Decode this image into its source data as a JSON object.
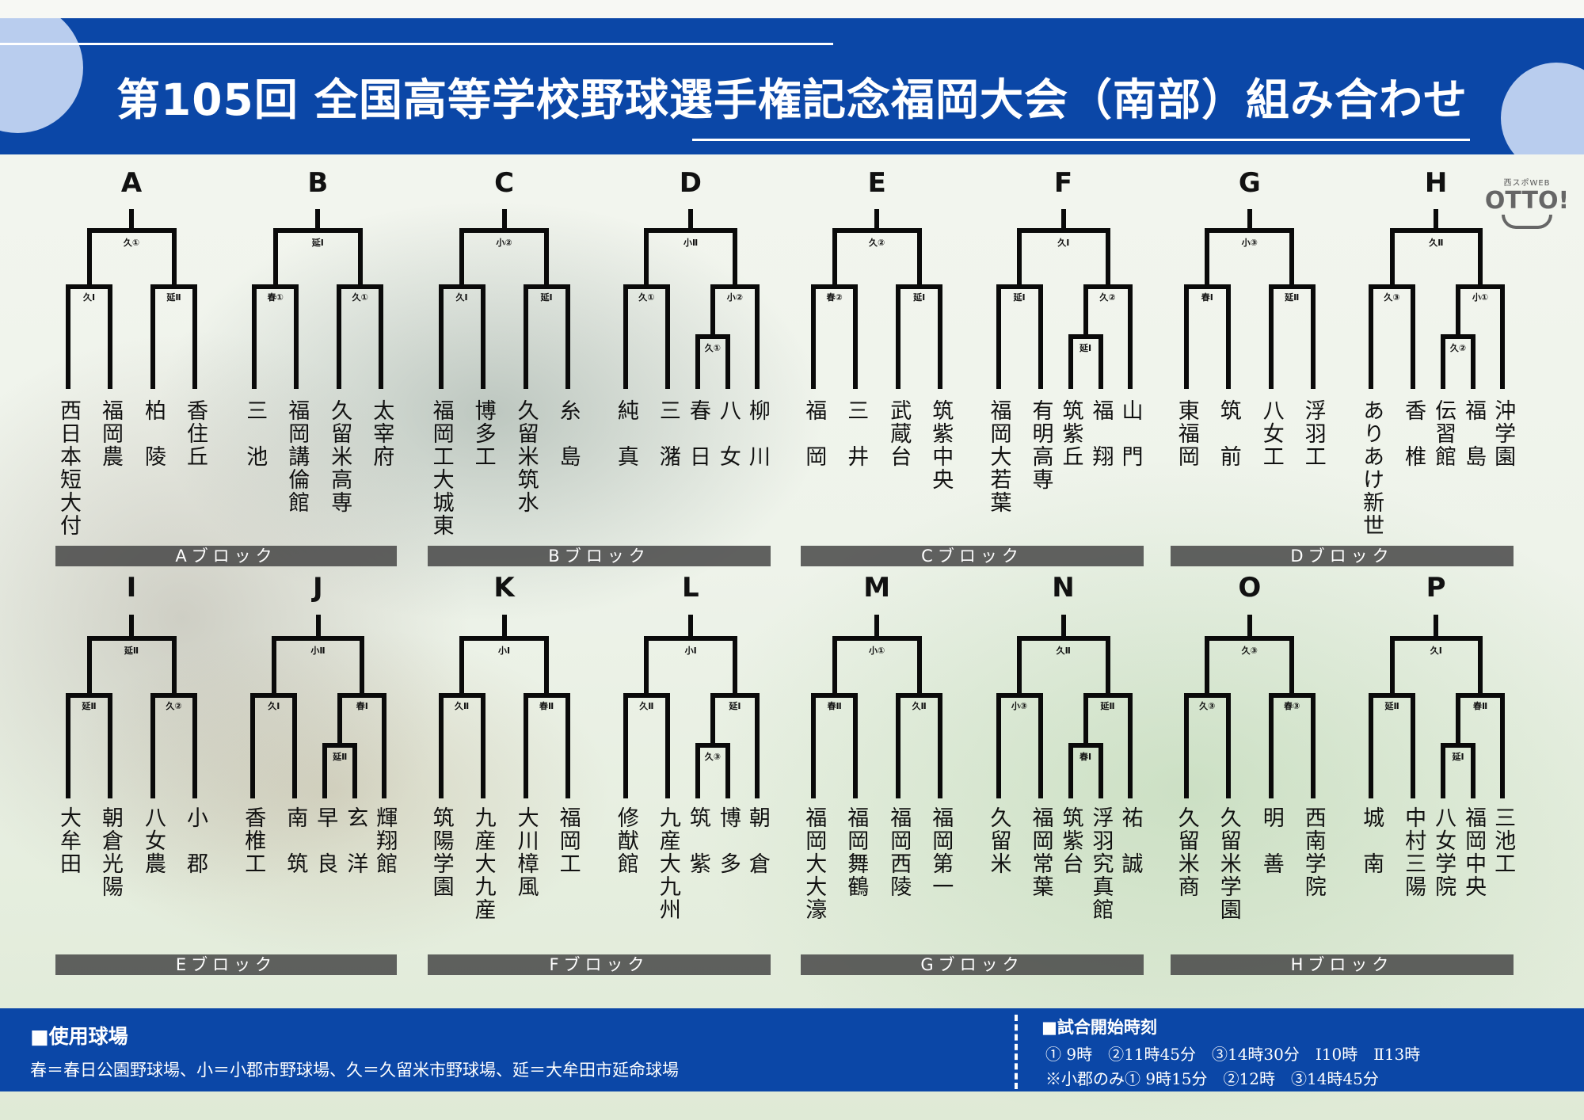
{
  "header": {
    "title": "第105回 全国高等学校野球選手権記念福岡大会（南部）組み合わせ"
  },
  "logo": {
    "sub": "西スポWEB",
    "main": "OTTO!"
  },
  "brackets": [
    {
      "letter": "A",
      "top": "久①",
      "left": "久Ⅰ",
      "right": "延Ⅱ",
      "teams": [
        "西日本短大付",
        "福岡農",
        "柏陵",
        "香住丘"
      ]
    },
    {
      "letter": "B",
      "top": "延Ⅰ",
      "left": "春①",
      "right": "久①",
      "teams": [
        "三池",
        "福岡講倫館",
        "久留米高専",
        "太宰府"
      ]
    },
    {
      "letter": "C",
      "top": "小②",
      "left": "久Ⅰ",
      "right": "延Ⅰ",
      "teams": [
        "福岡工大城東",
        "博多工",
        "久留米筑水",
        "糸島"
      ]
    },
    {
      "letter": "D",
      "top": "小Ⅱ",
      "left": "久①",
      "right": "小②",
      "sub": "久①",
      "teams": [
        "純真",
        "三潴",
        "春日",
        "八女",
        "柳川"
      ]
    },
    {
      "letter": "E",
      "top": "久②",
      "left": "春②",
      "right": "延Ⅰ",
      "teams": [
        "福岡",
        "三井",
        "武蔵台",
        "筑紫中央"
      ]
    },
    {
      "letter": "F",
      "top": "久Ⅰ",
      "left": "延Ⅰ",
      "right": "久②",
      "sub": "延Ⅰ",
      "teams": [
        "福岡大若葉",
        "有明高専",
        "筑紫丘",
        "福翔",
        "山門"
      ]
    },
    {
      "letter": "G",
      "top": "小③",
      "left": "春Ⅰ",
      "right": "延Ⅱ",
      "teams": [
        "東福岡",
        "筑前",
        "八女工",
        "浮羽工"
      ]
    },
    {
      "letter": "H",
      "top": "久Ⅱ",
      "left": "久③",
      "right": "小①",
      "sub": "久②",
      "teams": [
        "ありあけ新世",
        "香椎",
        "伝習館",
        "福島",
        "沖学園"
      ]
    },
    {
      "letter": "I",
      "top": "延Ⅱ",
      "left": "延Ⅱ",
      "right": "久②",
      "teams": [
        "大牟田",
        "朝倉光陽",
        "八女農",
        "小郡"
      ]
    },
    {
      "letter": "J",
      "top": "小Ⅱ",
      "left": "久Ⅰ",
      "right": "春Ⅰ",
      "sub": "延Ⅱ",
      "teams": [
        "香椎工",
        "南筑",
        "早良",
        "玄洋",
        "輝翔館"
      ]
    },
    {
      "letter": "K",
      "top": "小Ⅰ",
      "left": "久Ⅱ",
      "right": "春Ⅱ",
      "teams": [
        "筑陽学園",
        "九産大九産",
        "大川樟風",
        "福岡工"
      ]
    },
    {
      "letter": "L",
      "top": "小Ⅰ",
      "left": "久Ⅱ",
      "right": "延Ⅰ",
      "sub": "久③",
      "teams": [
        "修猷館",
        "九産大九州",
        "筑紫",
        "博多",
        "朝倉"
      ]
    },
    {
      "letter": "M",
      "top": "小①",
      "left": "春Ⅱ",
      "right": "久Ⅱ",
      "teams": [
        "福岡大大濠",
        "福岡舞鶴",
        "福岡西陵",
        "福岡第一"
      ]
    },
    {
      "letter": "N",
      "top": "久Ⅱ",
      "left": "小③",
      "right": "延Ⅱ",
      "sub": "春Ⅰ",
      "teams": [
        "久留米",
        "福岡常葉",
        "筑紫台",
        "浮羽究真館",
        "祐誠"
      ]
    },
    {
      "letter": "O",
      "top": "久③",
      "left": "久③",
      "right": "春③",
      "teams": [
        "久留米商",
        "久留米学園",
        "明善",
        "西南学院"
      ]
    },
    {
      "letter": "P",
      "top": "久Ⅰ",
      "left": "延Ⅱ",
      "right": "春Ⅱ",
      "sub": "延Ⅰ",
      "teams": [
        "城南",
        "中村三陽",
        "八女学院",
        "福岡中央",
        "三池工"
      ]
    }
  ],
  "blocks": [
    "Aブロック",
    "Bブロック",
    "Cブロック",
    "Dブロック",
    "Eブロック",
    "Fブロック",
    "Gブロック",
    "Hブロック"
  ],
  "footer": {
    "venue_title": "■使用球場",
    "venue_text": "春＝春日公園野球場、小＝小郡市野球場、久＝久留米市野球場、延＝大牟田市延命球場",
    "times_title": "■試合開始時刻",
    "times_line1": "① 9時　②11時45分　③14時30分　Ⅰ10時　Ⅱ13時",
    "times_line2": "※小郡のみ① 9時15分　②12時　③14時45分"
  }
}
